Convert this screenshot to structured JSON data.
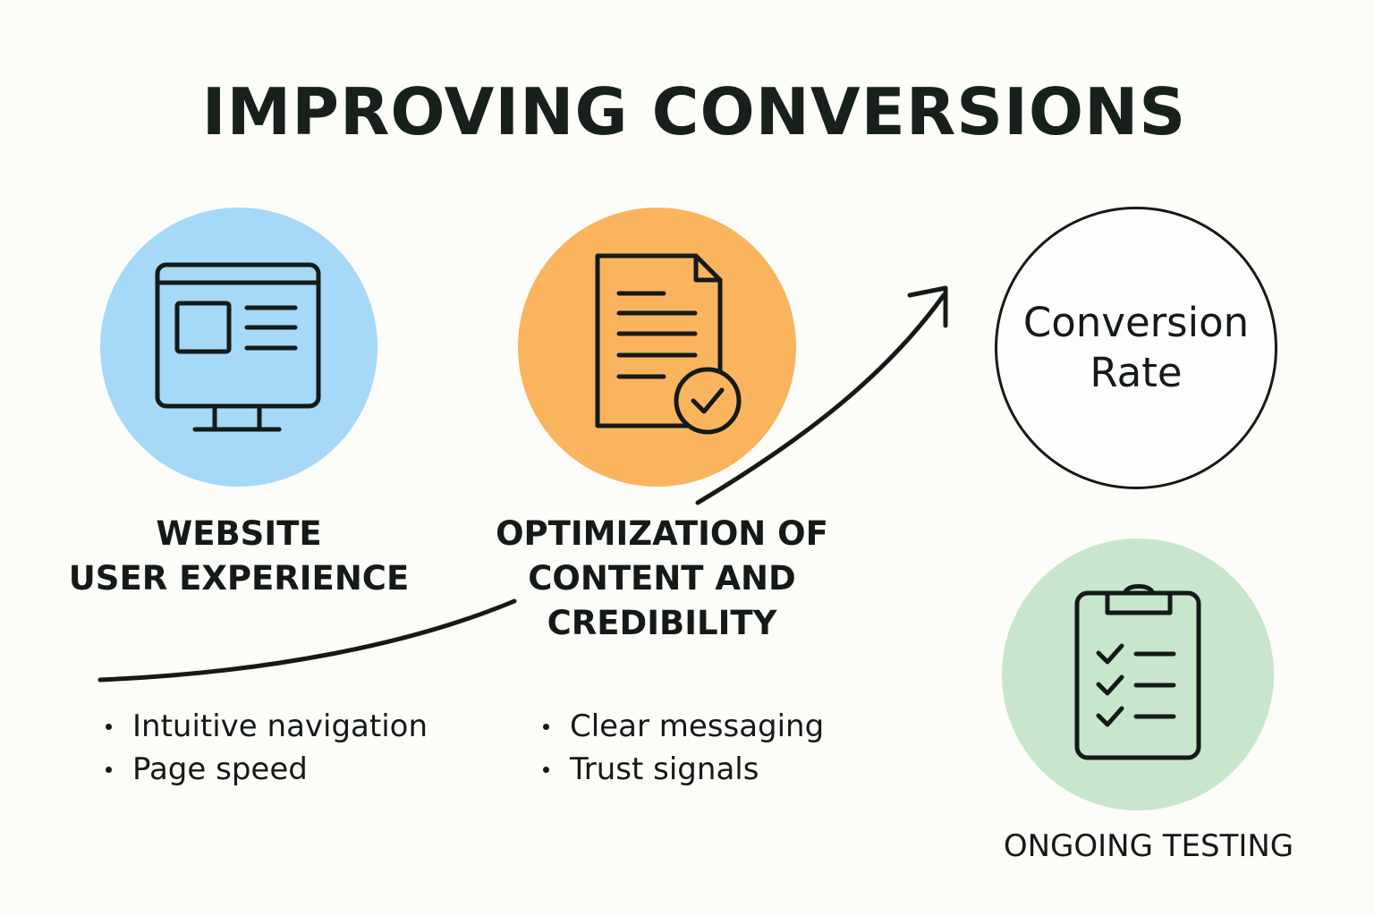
{
  "title": "IMPROVING CONVERSIONS",
  "stages": {
    "ux": {
      "label": "WEBSITE\nUSER EXPERIENCE",
      "icon": "monitor-icon",
      "color": "#a6d8f7",
      "bullets": [
        "Intuitive navigation",
        "Page speed"
      ]
    },
    "content": {
      "label": "OPTIMIZATION OF\nCONTENT AND\nCREDIBILITY",
      "icon": "document-check-icon",
      "color": "#fbb45e",
      "bullets": [
        "Clear messaging",
        "Trust signals"
      ]
    },
    "testing": {
      "label": "ONGOING TESTING",
      "icon": "clipboard-checklist-icon",
      "color": "#c7e6cc"
    }
  },
  "result": {
    "label": "Conversion\nRate"
  },
  "connector": {
    "icon": "growth-arrow-icon"
  }
}
